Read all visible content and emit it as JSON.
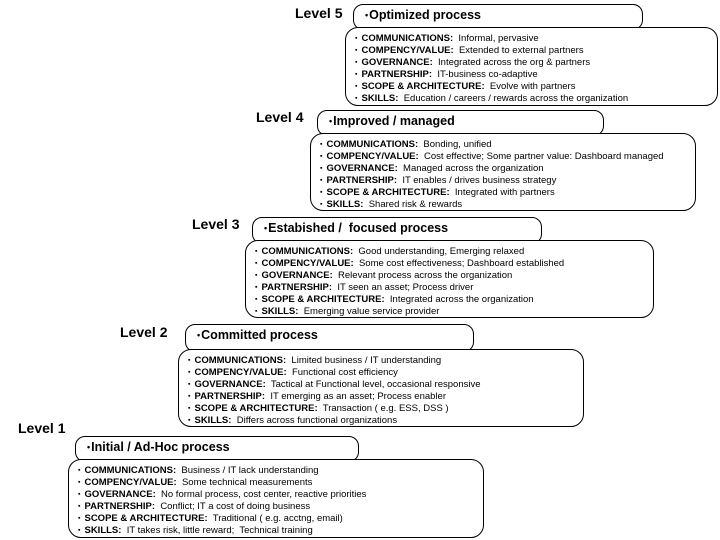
{
  "slide": {
    "background_color": "#ffffff",
    "border_color": "#000000",
    "text_color": "#000000"
  },
  "bullets": {
    "header_bullet": "•",
    "item_bullet": "▪"
  },
  "levels": [
    {
      "level_label": "Level 5",
      "title": "Optimized process",
      "items": [
        {
          "label": "COMMUNICATIONS",
          "text": "Informal, pervasive"
        },
        {
          "label": "COMPENCY/VALUE",
          "text": "Extended to external partners"
        },
        {
          "label": "GOVERNANCE",
          "text": "Integrated across the org & partners"
        },
        {
          "label": "PARTNERSHIP",
          "text": "IT-business co-adaptive"
        },
        {
          "label": "SCOPE & ARCHITECTURE",
          "text": "Evolve with partners"
        },
        {
          "label": "SKILLS",
          "text": "Education / careers / rewards across the organization"
        }
      ]
    },
    {
      "level_label": "Level 4",
      "title": "Improved / managed",
      "items": [
        {
          "label": "COMMUNICATIONS",
          "text": "Bonding, unified"
        },
        {
          "label": "COMPENCY/VALUE",
          "text": "Cost effective; Some partner value: Dashboard managed"
        },
        {
          "label": "GOVERNANCE",
          "text": "Managed across the organization"
        },
        {
          "label": "PARTNERSHIP",
          "text": "IT enables / drives business strategy"
        },
        {
          "label": "SCOPE & ARCHITECTURE",
          "text": "Integrated with partners"
        },
        {
          "label": "SKILLS",
          "text": "Shared risk & rewards"
        }
      ]
    },
    {
      "level_label": "Level 3",
      "title": "Estabished /  focused process",
      "items": [
        {
          "label": "COMMUNICATIONS",
          "text": "Good understanding, Emerging relaxed"
        },
        {
          "label": "COMPENCY/VALUE",
          "text": "Some cost effectiveness; Dashboard established"
        },
        {
          "label": "GOVERNANCE",
          "text": "Relevant process across the organization"
        },
        {
          "label": "PARTNERSHIP",
          "text": "IT seen an asset; Process driver"
        },
        {
          "label": "SCOPE & ARCHITECTURE",
          "text": "Integrated across the organization"
        },
        {
          "label": "SKILLS",
          "text": "Emerging value service provider"
        }
      ]
    },
    {
      "level_label": "Level 2",
      "title": "Committed process",
      "items": [
        {
          "label": "COMMUNICATIONS",
          "text": "Limited business / IT understanding"
        },
        {
          "label": "COMPENCY/VALUE",
          "text": "Functional cost efficiency"
        },
        {
          "label": "GOVERNANCE",
          "text": "Tactical at Functional level, occasional responsive"
        },
        {
          "label": "PARTNERSHIP",
          "text": "IT emerging as an asset; Process enabler"
        },
        {
          "label": "SCOPE & ARCHITECTURE",
          "text": "Transaction ( e.g. ESS, DSS )"
        },
        {
          "label": "SKILLS",
          "text": "Differs across functional organizations"
        }
      ]
    },
    {
      "level_label": "Level 1",
      "title": "Initial / Ad-Hoc process",
      "items": [
        {
          "label": "COMMUNICATIONS",
          "text": "Business / IT lack understanding"
        },
        {
          "label": "COMPENCY/VALUE",
          "text": "Some technical measurements"
        },
        {
          "label": "GOVERNANCE",
          "text": "No formal process, cost center, reactive priorities"
        },
        {
          "label": "PARTNERSHIP",
          "text": "Conflict; IT a cost of doing business"
        },
        {
          "label": "SCOPE & ARCHITECTURE",
          "text": "Traditional ( e.g. acctng, email)"
        },
        {
          "label": "SKILLS",
          "text": "IT takes risk, little reward;  Technical training"
        }
      ]
    }
  ]
}
